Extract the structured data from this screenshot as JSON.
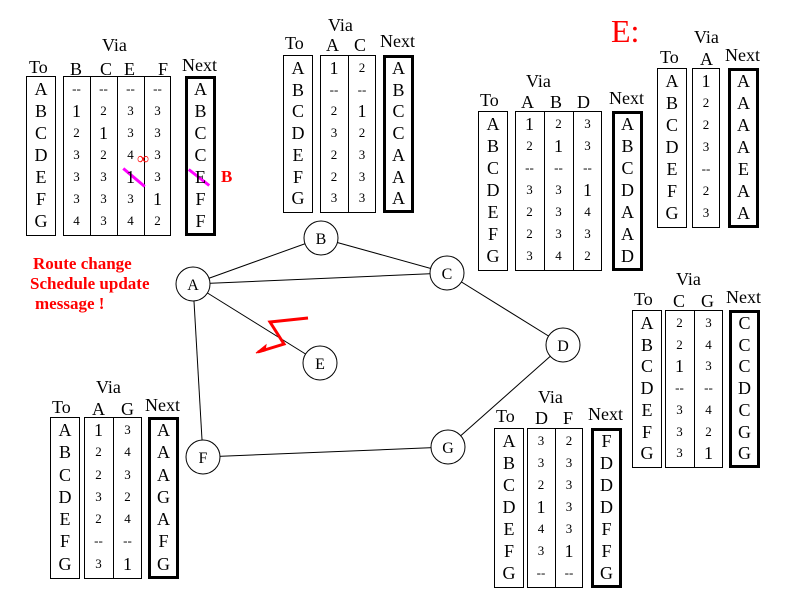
{
  "annotation": {
    "lines": [
      "Route change",
      "Schedule update",
      "message !"
    ],
    "color": "#ff0000",
    "infinity_mark": "∞",
    "replacement_next": "B",
    "strike_color": "#ff00ff"
  },
  "e_label": "E:",
  "graph": {
    "nodes": [
      "A",
      "B",
      "C",
      "D",
      "E",
      "F",
      "G"
    ],
    "edges": [
      [
        "A",
        "B"
      ],
      [
        "A",
        "C"
      ],
      [
        "B",
        "C"
      ],
      [
        "C",
        "D"
      ],
      [
        "D",
        "G"
      ],
      [
        "G",
        "F"
      ],
      [
        "F",
        "A"
      ],
      [
        "A",
        "E"
      ]
    ],
    "failed_link": [
      "A",
      "E"
    ]
  },
  "tables": [
    {
      "node": "A",
      "via_label": "Via",
      "to_label": "To",
      "next_label": "Next",
      "via_headers": [
        "B",
        "C",
        "E",
        "F"
      ],
      "rows": [
        {
          "to": "A",
          "costs": [
            "--",
            "--",
            "--",
            "--"
          ],
          "next": "A"
        },
        {
          "to": "B",
          "costs": [
            "1",
            "2",
            "3",
            "3"
          ],
          "next": "B"
        },
        {
          "to": "C",
          "costs": [
            "2",
            "1",
            "3",
            "3"
          ],
          "next": "C"
        },
        {
          "to": "D",
          "costs": [
            "3",
            "2",
            "4",
            "3"
          ],
          "next": "C"
        },
        {
          "to": "E",
          "costs": [
            "3",
            "3",
            "1",
            "3"
          ],
          "next": "E"
        },
        {
          "to": "F",
          "costs": [
            "3",
            "3",
            "3",
            "1"
          ],
          "next": "F"
        },
        {
          "to": "G",
          "costs": [
            "4",
            "3",
            "4",
            "2"
          ],
          "next": "F"
        }
      ]
    },
    {
      "node": "B",
      "via_label": "Via",
      "to_label": "To",
      "next_label": "Next",
      "via_headers": [
        "A",
        "C"
      ],
      "rows": [
        {
          "to": "A",
          "costs": [
            "1",
            "2"
          ],
          "next": "A"
        },
        {
          "to": "B",
          "costs": [
            "--",
            "--"
          ],
          "next": "B"
        },
        {
          "to": "C",
          "costs": [
            "2",
            "1"
          ],
          "next": "C"
        },
        {
          "to": "D",
          "costs": [
            "3",
            "2"
          ],
          "next": "C"
        },
        {
          "to": "E",
          "costs": [
            "2",
            "3"
          ],
          "next": "A"
        },
        {
          "to": "F",
          "costs": [
            "2",
            "3"
          ],
          "next": "A"
        },
        {
          "to": "G",
          "costs": [
            "3",
            "3"
          ],
          "next": "A"
        }
      ]
    },
    {
      "node": "C",
      "via_label": "Via",
      "to_label": "To",
      "next_label": "Next",
      "via_headers": [
        "A",
        "B",
        "D"
      ],
      "rows": [
        {
          "to": "A",
          "costs": [
            "1",
            "2",
            "3"
          ],
          "next": "A"
        },
        {
          "to": "B",
          "costs": [
            "2",
            "1",
            "3"
          ],
          "next": "B"
        },
        {
          "to": "C",
          "costs": [
            "--",
            "--",
            "--"
          ],
          "next": "C"
        },
        {
          "to": "D",
          "costs": [
            "3",
            "3",
            "1"
          ],
          "next": "D"
        },
        {
          "to": "E",
          "costs": [
            "2",
            "3",
            "4"
          ],
          "next": "A"
        },
        {
          "to": "F",
          "costs": [
            "2",
            "3",
            "3"
          ],
          "next": "A"
        },
        {
          "to": "G",
          "costs": [
            "3",
            "4",
            "2"
          ],
          "next": "D"
        }
      ]
    },
    {
      "node": "E",
      "via_label": "Via",
      "to_label": "To",
      "next_label": "Next",
      "via_headers": [
        "A"
      ],
      "rows": [
        {
          "to": "A",
          "costs": [
            "1"
          ],
          "next": "A"
        },
        {
          "to": "B",
          "costs": [
            "2"
          ],
          "next": "A"
        },
        {
          "to": "C",
          "costs": [
            "2"
          ],
          "next": "A"
        },
        {
          "to": "D",
          "costs": [
            "3"
          ],
          "next": "A"
        },
        {
          "to": "E",
          "costs": [
            "--"
          ],
          "next": "E"
        },
        {
          "to": "F",
          "costs": [
            "2"
          ],
          "next": "A"
        },
        {
          "to": "G",
          "costs": [
            "3"
          ],
          "next": "A"
        }
      ]
    },
    {
      "node": "D",
      "via_label": "Via",
      "to_label": "To",
      "next_label": "Next",
      "via_headers": [
        "C",
        "G"
      ],
      "rows": [
        {
          "to": "A",
          "costs": [
            "2",
            "3"
          ],
          "next": "C"
        },
        {
          "to": "B",
          "costs": [
            "2",
            "4"
          ],
          "next": "C"
        },
        {
          "to": "C",
          "costs": [
            "1",
            "3"
          ],
          "next": "C"
        },
        {
          "to": "D",
          "costs": [
            "--",
            "--"
          ],
          "next": "D"
        },
        {
          "to": "E",
          "costs": [
            "3",
            "4"
          ],
          "next": "C"
        },
        {
          "to": "F",
          "costs": [
            "3",
            "2"
          ],
          "next": "G"
        },
        {
          "to": "G",
          "costs": [
            "3",
            "1"
          ],
          "next": "G"
        }
      ]
    },
    {
      "node": "G",
      "via_label": "Via",
      "to_label": "To",
      "next_label": "Next",
      "via_headers": [
        "D",
        "F"
      ],
      "rows": [
        {
          "to": "A",
          "costs": [
            "3",
            "2"
          ],
          "next": "F"
        },
        {
          "to": "B",
          "costs": [
            "3",
            "3"
          ],
          "next": "D"
        },
        {
          "to": "C",
          "costs": [
            "2",
            "3"
          ],
          "next": "D"
        },
        {
          "to": "D",
          "costs": [
            "1",
            "3"
          ],
          "next": "D"
        },
        {
          "to": "E",
          "costs": [
            "4",
            "3"
          ],
          "next": "F"
        },
        {
          "to": "F",
          "costs": [
            "3",
            "1"
          ],
          "next": "F"
        },
        {
          "to": "G",
          "costs": [
            "--",
            "--"
          ],
          "next": "G"
        }
      ]
    },
    {
      "node": "F",
      "via_label": "Via",
      "to_label": "To",
      "next_label": "Next",
      "via_headers": [
        "A",
        "G"
      ],
      "rows": [
        {
          "to": "A",
          "costs": [
            "1",
            "3"
          ],
          "next": "A"
        },
        {
          "to": "B",
          "costs": [
            "2",
            "4"
          ],
          "next": "A"
        },
        {
          "to": "C",
          "costs": [
            "2",
            "3"
          ],
          "next": "A"
        },
        {
          "to": "D",
          "costs": [
            "3",
            "2"
          ],
          "next": "G"
        },
        {
          "to": "E",
          "costs": [
            "2",
            "4"
          ],
          "next": "A"
        },
        {
          "to": "F",
          "costs": [
            "--",
            "--"
          ],
          "next": "F"
        },
        {
          "to": "G",
          "costs": [
            "3",
            "1"
          ],
          "next": "G"
        }
      ]
    }
  ]
}
